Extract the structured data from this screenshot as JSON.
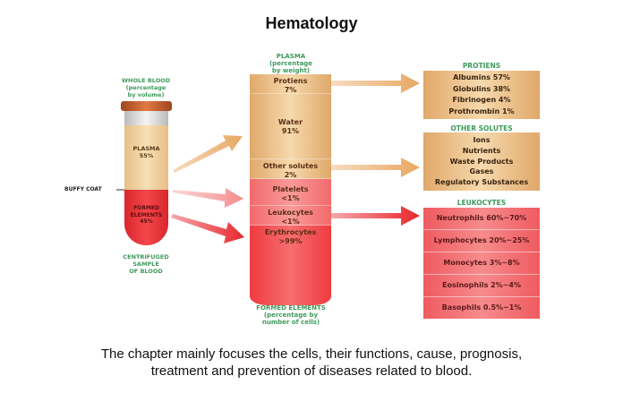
{
  "title": "Hematology",
  "tube": {
    "header": [
      "WHOLE BLOOD",
      "(percentage",
      "by volume)"
    ],
    "plasma": [
      "PLASMA",
      "55%"
    ],
    "formed": [
      "FORMED",
      "ELEMENTS",
      "45%"
    ],
    "buffy": "BUFFY COAT",
    "footer": [
      "CENTRIFUGED",
      "SAMPLE",
      "OF BLOOD"
    ]
  },
  "column": {
    "header": [
      "PLASMA",
      "(percentage",
      "by weight)"
    ],
    "segments": [
      {
        "name": "Protiens",
        "value": "7%"
      },
      {
        "name": "Water",
        "value": "91%"
      },
      {
        "name": "Other solutes",
        "value": "2%"
      },
      {
        "name": "Platelets",
        "value": "<1%"
      },
      {
        "name": "Leukocytes",
        "value": "<1%"
      },
      {
        "name": "Erythrocytes",
        "value": ">99%"
      }
    ],
    "footer": [
      "FORMED ELEMENTS",
      "(percentage by",
      "number of cells)"
    ]
  },
  "proteins": {
    "title": "PROTIENS",
    "items": [
      "Albumins 57%",
      "Globulins 38%",
      "Fibrinogen 4%",
      "Prothrombin 1%"
    ]
  },
  "solutes": {
    "title": "OTHER SOLUTES",
    "items": [
      "Ions",
      "Nutrients",
      "Waste Products",
      "Gases",
      "Regulatory Substances"
    ]
  },
  "leukocytes": {
    "title": "LEUKOCYTES",
    "items": [
      "Neutrophils 60%~70%",
      "Lymphocytes 20%~25%",
      "Monocytes 3%~8%",
      "Eosinophils 2%~4%",
      "Basophils 0.5%~1%"
    ]
  },
  "paragraph": [
    "The chapter mainly focuses the cells, their functions, cause, prognosis,",
    "treatment and prevention of diseases related to blood."
  ],
  "colors": {
    "tan": "#f3cf9c",
    "red": "#f2585c",
    "green": "#3f9a5c",
    "arrow_tan": "#e8a862",
    "arrow_red": "#e8262c"
  }
}
